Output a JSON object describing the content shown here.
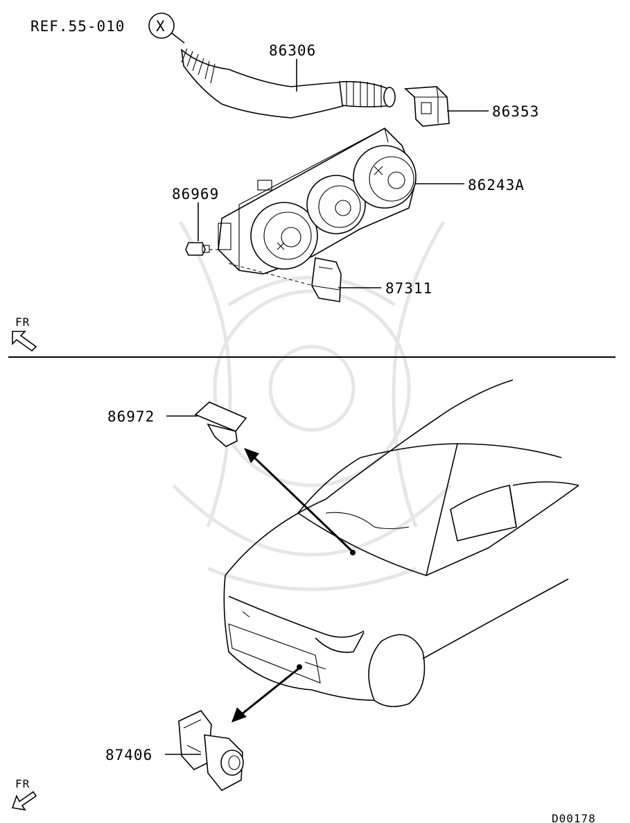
{
  "diagram": {
    "ref_label": "REF.55-010",
    "ref_circle_letter": "X",
    "direction_label_top": "FR",
    "direction_label_bottom": "FR",
    "diagram_code": "D00178",
    "parts": [
      {
        "number": "86306"
      },
      {
        "number": "86353"
      },
      {
        "number": "86243A"
      },
      {
        "number": "86969"
      },
      {
        "number": "87311"
      },
      {
        "number": "86972"
      },
      {
        "number": "87406"
      }
    ]
  }
}
